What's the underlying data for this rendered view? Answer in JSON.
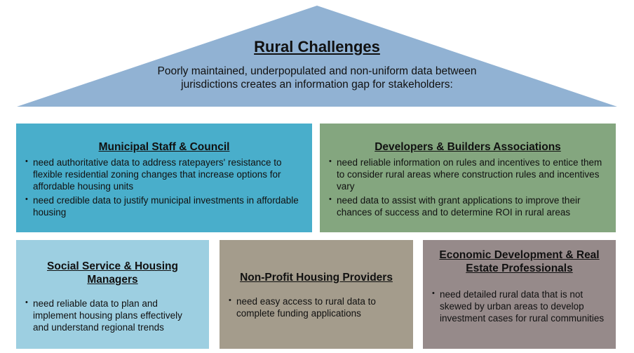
{
  "colors": {
    "roof": "#91B2D3",
    "municipal": "#49AECB",
    "developers": "#84A67F",
    "social": "#9DCFE1",
    "nonprofit": "#A49C8C",
    "economic": "#968A8A"
  },
  "header": {
    "title": "Rural Challenges",
    "description_line1": "Poorly maintained, underpopulated and non-uniform data between",
    "description_line2": "jurisdictions creates an information gap for stakeholders:"
  },
  "municipal": {
    "title": "Municipal Staff & Council",
    "bullets": [
      "need authoritative data to address ratepayers' resistance to flexible residential zoning changes that increase options for affordable housing units",
      "need credible data to justify municipal investments in affordable housing"
    ]
  },
  "developers": {
    "title": "Developers & Builders Associations",
    "bullets": [
      "need reliable information on rules and incentives to entice them to consider rural areas where construction rules and incentives vary",
      "need data to assist with grant applications to improve their chances of success and to determine ROI in rural areas"
    ]
  },
  "social": {
    "title": "Social Service & Housing Managers",
    "bullets": [
      "need reliable data to plan and implement housing plans effectively and understand regional trends"
    ]
  },
  "nonprofit": {
    "title": "Non-Profit Housing Providers",
    "bullets": [
      "need easy access to rural data to complete funding applications"
    ]
  },
  "economic": {
    "title": "Economic Development & Real Estate Professionals",
    "bullets": [
      "need detailed rural data that is not skewed by urban areas to develop investment cases for rural communities"
    ]
  }
}
